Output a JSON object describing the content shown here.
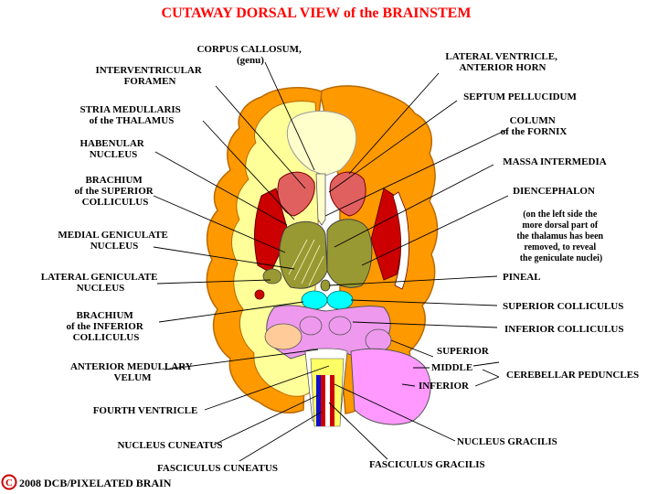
{
  "title": "CUTAWAY DORSAL VIEW of the BRAINSTEM",
  "labels": {
    "corpus_callosum": [
      "CORPUS CALLOSUM,",
      "(genu)"
    ],
    "interventricular_foramen": [
      "INTERVENTRICULAR",
      "FORAMEN"
    ],
    "stria_medullaris": [
      "STRIA MEDULLARIS",
      "of the THALAMUS"
    ],
    "habenular_nucleus": [
      "HABENULAR",
      "NUCLEUS"
    ],
    "brachium_superior": [
      "BRACHIUM",
      "of the SUPERIOR",
      "COLLICULUS"
    ],
    "medial_geniculate": [
      "MEDIAL GENICULATE",
      "NUCLEUS"
    ],
    "lateral_geniculate": [
      "LATERAL GENICULATE",
      "NUCLEUS"
    ],
    "brachium_inferior": [
      "BRACHIUM",
      "of the INFERIOR",
      "COLLICULUS"
    ],
    "anterior_medullary_velum": [
      "ANTERIOR MEDULLARY",
      "VELUM"
    ],
    "fourth_ventricle": "FOURTH VENTRICLE",
    "nucleus_cuneatus": "NUCLEUS CUNEATUS",
    "fasciculus_cuneatus": "FASCICULUS CUNEATUS",
    "lateral_ventricle": [
      "LATERAL VENTRICLE,",
      "ANTERIOR HORN"
    ],
    "septum_pellucidum": "SEPTUM PELLUCIDUM",
    "column_fornix": [
      "COLUMN",
      "of the FORNIX"
    ],
    "massa_intermedia": "MASSA INTERMEDIA",
    "diencephalon": "DIENCEPHALON",
    "diencephalon_note": [
      "(on the left side the",
      "more dorsal part of",
      "the thalamus has been",
      "removed, to reveal",
      "the geniculate nuclei)"
    ],
    "pineal": "PINEAL",
    "superior_colliculus": "SUPERIOR COLLICULUS",
    "inferior_colliculus": "INFERIOR COLLICULUS",
    "superior": "SUPERIOR",
    "middle": "MIDDLE",
    "inferior": "INFERIOR",
    "cerebellar_peduncles": "CEREBELLAR PEDUNCLES",
    "nucleus_gracilis": "NUCLEUS GRACILIS",
    "fasciculus_gracilis": "FASCICULUS GRACILIS"
  },
  "copyright": {
    "symbol": "C",
    "text": "2008  DCB/PIXELATED BRAIN"
  },
  "colors": {
    "title": "#ff0000",
    "cortex": "#ff9900",
    "white_matter": "#ffff99",
    "striatum": "#cc0000",
    "caudate_light": "#e06060",
    "thalamus": "#999933",
    "colliculi": "#00ffff",
    "brainstem": "#ee99ee",
    "cerebellum": "#ff99ff",
    "corpus_callosum": "#ffffcc"
  }
}
